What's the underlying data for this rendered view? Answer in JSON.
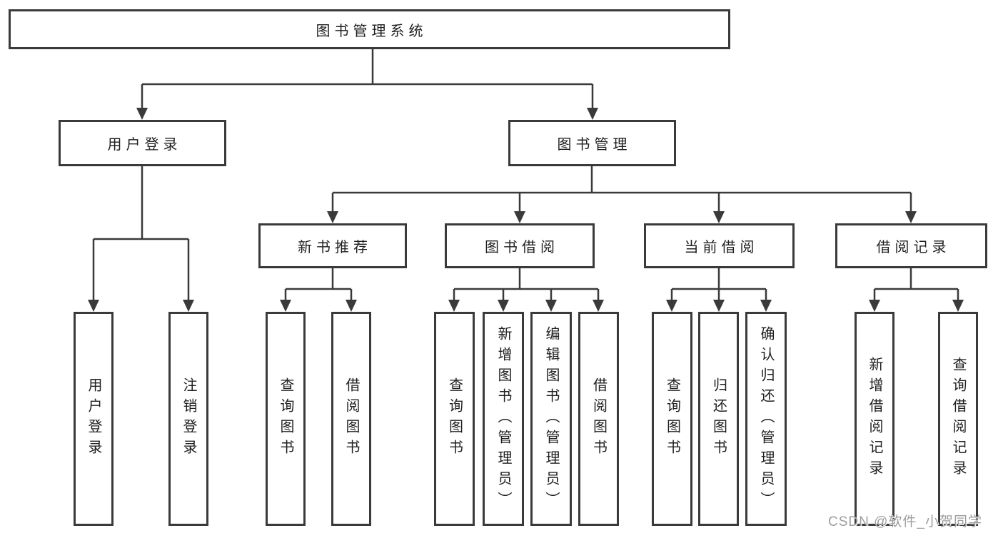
{
  "tree": {
    "root": {
      "label": "图书管理系统"
    },
    "level1": [
      {
        "label": "用户登录",
        "children": [
          {
            "label": "用户登录"
          },
          {
            "label": "注销登录"
          }
        ]
      },
      {
        "label": "图书管理",
        "children": [
          {
            "label": "新书推荐",
            "children": [
              {
                "label": "查询图书"
              },
              {
                "label": "借阅图书"
              }
            ]
          },
          {
            "label": "图书借阅",
            "children": [
              {
                "label": "查询图书"
              },
              {
                "label": "新增图书（管理员）"
              },
              {
                "label": "编辑图书（管理员）"
              },
              {
                "label": "借阅图书"
              }
            ]
          },
          {
            "label": "当前借阅",
            "children": [
              {
                "label": "查询图书"
              },
              {
                "label": "归还图书"
              },
              {
                "label": "确认归还（管理员）"
              }
            ]
          },
          {
            "label": "借阅记录",
            "children": [
              {
                "label": "新增借阅记录"
              },
              {
                "label": "查询借阅记录"
              }
            ]
          }
        ]
      }
    ]
  },
  "watermark": {
    "label": "CSDN @软件_小贺同学"
  },
  "colors": {
    "line": "#3a3a3a",
    "box_border": "#3a3a3a",
    "text": "#1f1f1f",
    "background": "#ffffff",
    "watermark": "#9e9e9e"
  }
}
